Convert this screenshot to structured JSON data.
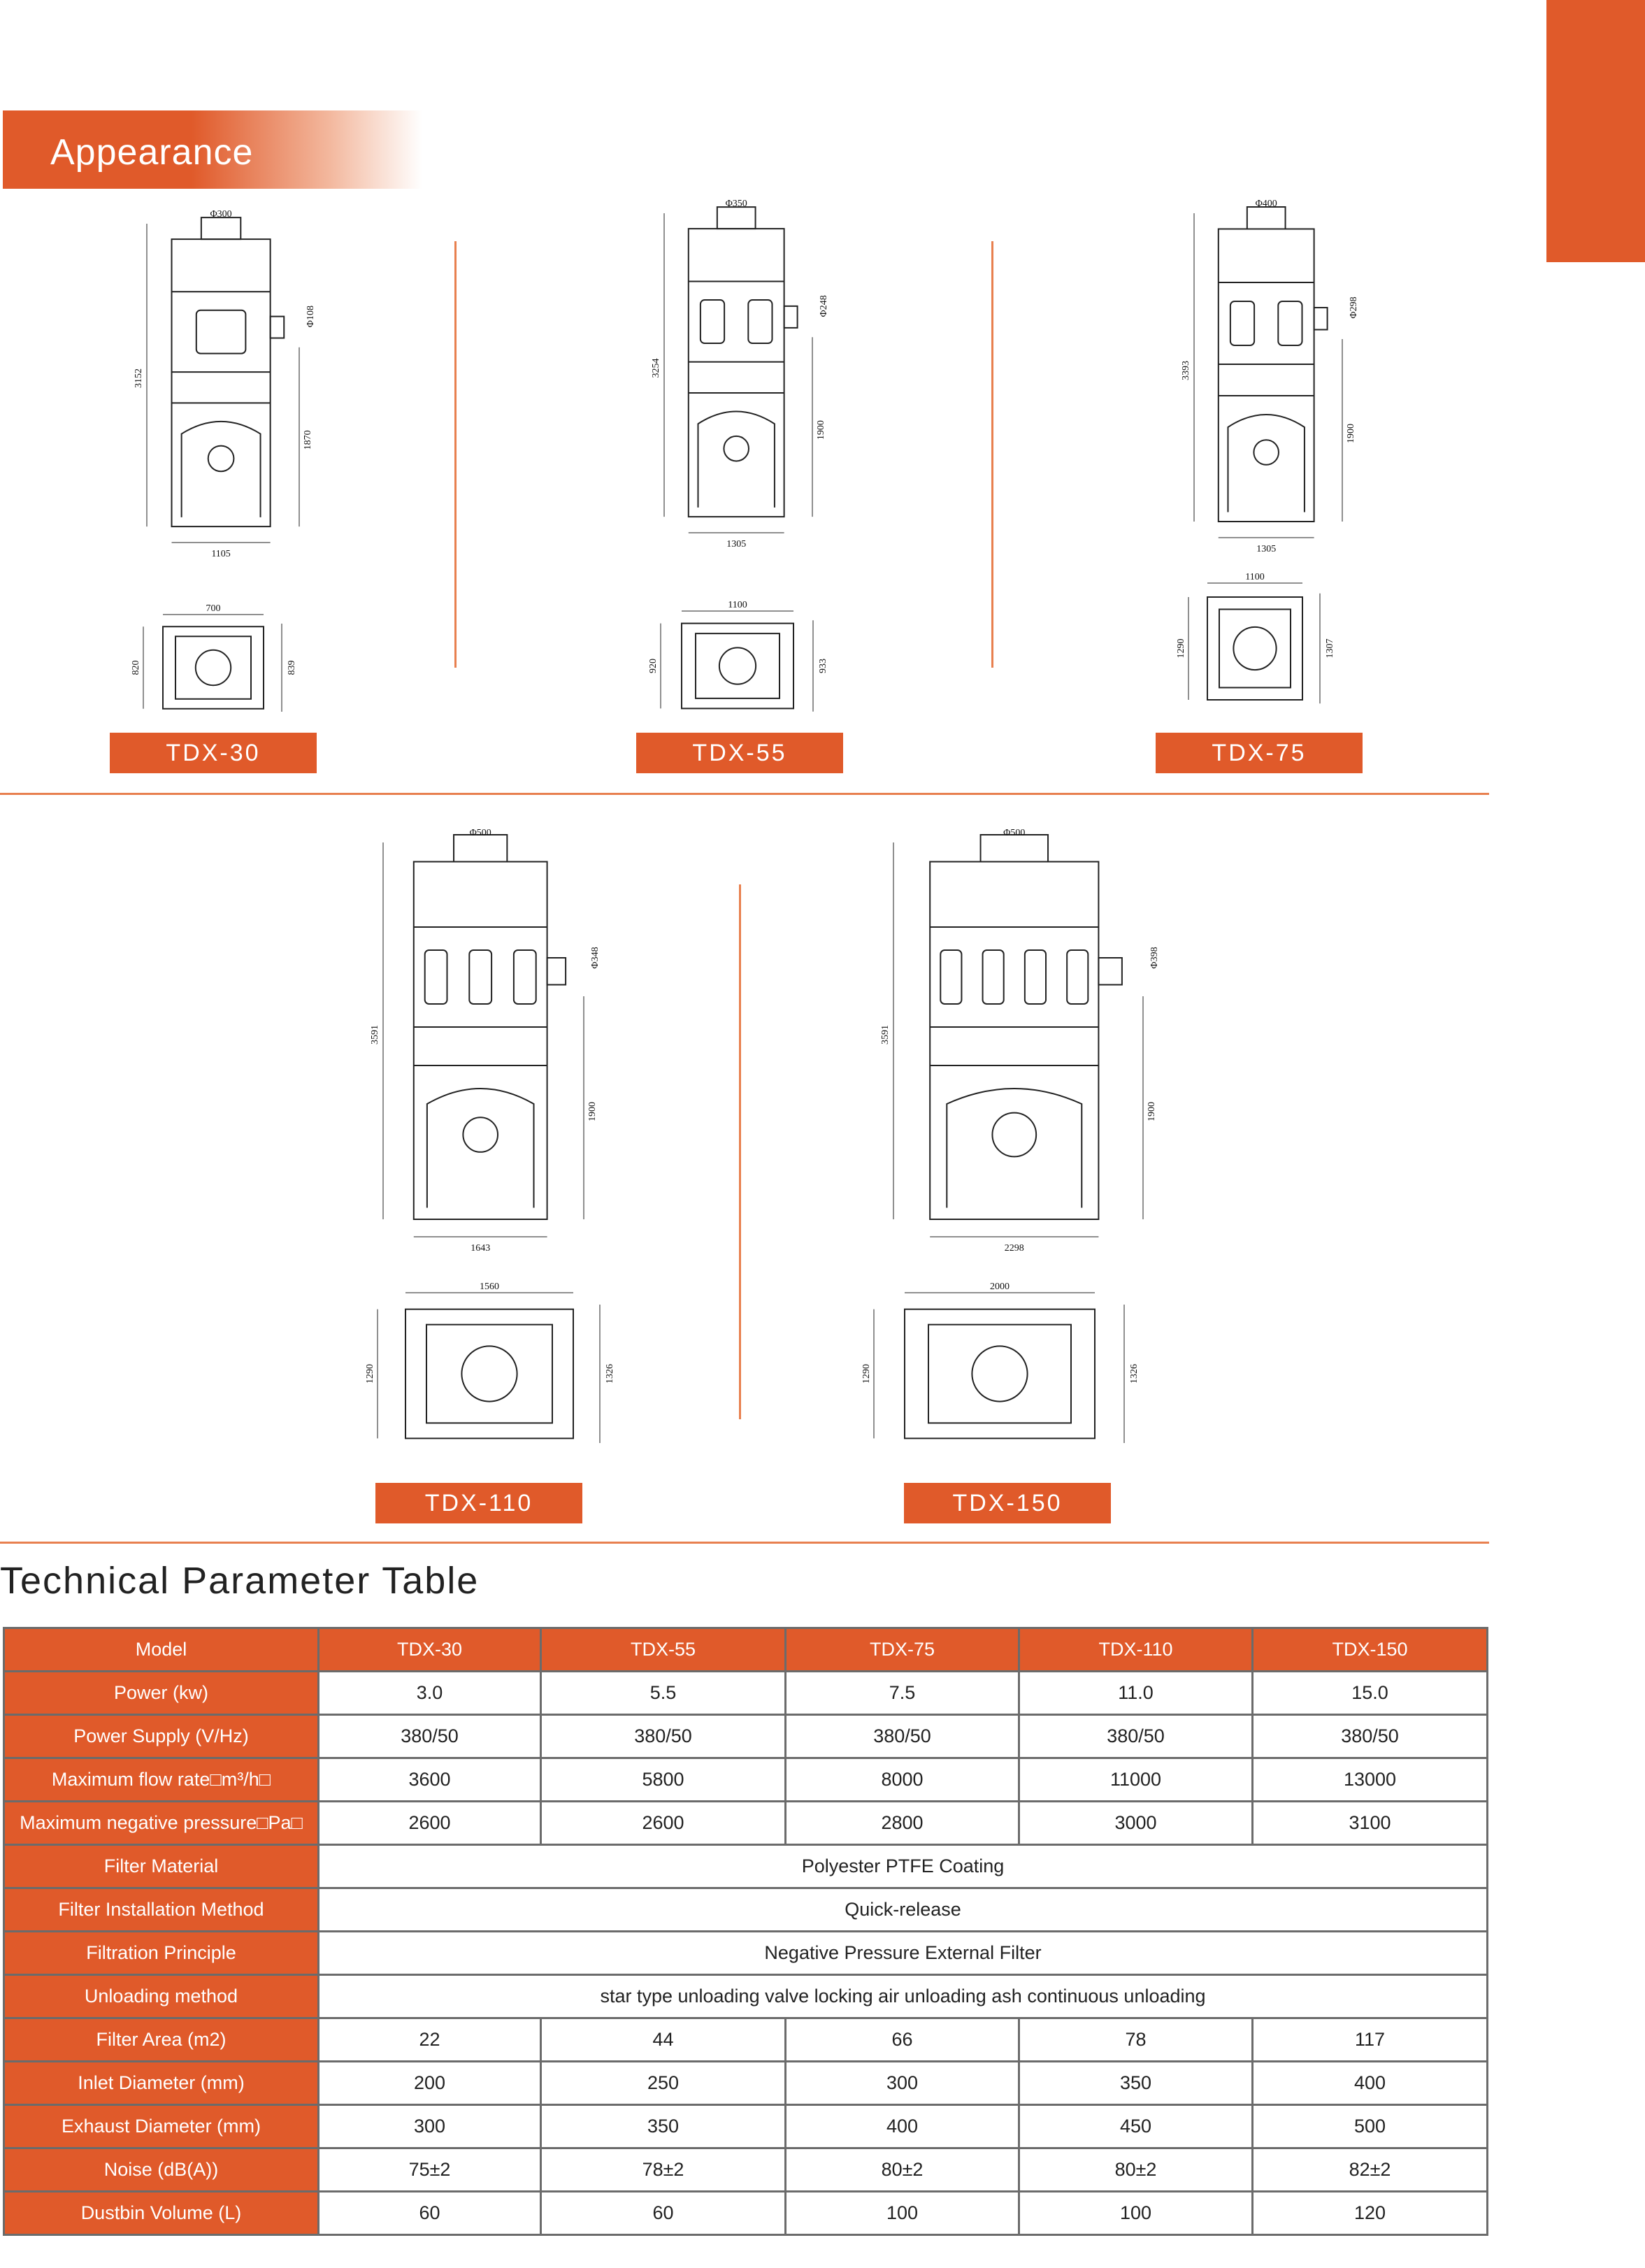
{
  "page": {
    "section_appearance": "Appearance",
    "section_table": "Technical Parameter Table"
  },
  "models": [
    {
      "id": "TDX-30",
      "label": "TDX-30",
      "dims": {
        "top": "Φ300",
        "height": "3152",
        "side": "Φ108",
        "lower": "1870",
        "width": "1105",
        "plan_w": "700",
        "plan_l": "820",
        "plan_r": "839"
      }
    },
    {
      "id": "TDX-55",
      "label": "TDX-55",
      "dims": {
        "top": "Φ350",
        "height": "3254",
        "side": "Φ248",
        "lower": "1900",
        "width": "1305",
        "plan_w": "1100",
        "plan_l": "920",
        "plan_r": "933"
      }
    },
    {
      "id": "TDX-75",
      "label": "TDX-75",
      "dims": {
        "top": "Φ400",
        "height": "3393",
        "side": "Φ298",
        "lower": "1900",
        "width": "1305",
        "plan_w": "1100",
        "plan_l": "1290",
        "plan_r": "1307"
      }
    },
    {
      "id": "TDX-110",
      "label": "TDX-110",
      "dims": {
        "top": "Φ500",
        "height": "3591",
        "side": "Φ348",
        "lower": "1900",
        "width": "1643",
        "plan_w": "1560",
        "plan_l": "1290",
        "plan_r": "1326"
      }
    },
    {
      "id": "TDX-150",
      "label": "TDX-150",
      "dims": {
        "top": "Φ500",
        "height": "3591",
        "side": "Φ398",
        "lower": "1900",
        "width": "2298",
        "plan_w": "2000",
        "plan_l": "1290",
        "plan_r": "1326"
      }
    }
  ],
  "table": {
    "header": [
      "Model",
      "TDX-30",
      "TDX-55",
      "TDX-75",
      "TDX-110",
      "TDX-150"
    ],
    "rows": [
      {
        "label": "Power  (kw)",
        "values": [
          "3.0",
          "5.5",
          "7.5",
          "11.0",
          "15.0"
        ]
      },
      {
        "label": "Power Supply  (V/Hz)",
        "values": [
          "380/50",
          "380/50",
          "380/50",
          "380/50",
          "380/50"
        ]
      },
      {
        "label": "Maximum flow rate□m³/h□",
        "values": [
          "3600",
          "5800",
          "8000",
          "11000",
          "13000"
        ]
      },
      {
        "label": "Maximum negative pressure□Pa□",
        "values": [
          "2600",
          "2600",
          "2800",
          "3000",
          "3100"
        ]
      },
      {
        "label": "Filter Material",
        "span": "Polyester PTFE Coating"
      },
      {
        "label": "Filter Installation Method",
        "span": "Quick-release"
      },
      {
        "label": "Filtration Principle",
        "span": "Negative Pressure External Filter"
      },
      {
        "label": "Unloading method",
        "span": "star type unloading valve locking air unloading ash continuous unloading"
      },
      {
        "label": "Filter Area  (m2)",
        "values": [
          "22",
          "44",
          "66",
          "78",
          "117"
        ]
      },
      {
        "label": "Inlet Diameter  (mm)",
        "values": [
          "200",
          "250",
          "300",
          "350",
          "400"
        ]
      },
      {
        "label": "Exhaust Diameter   (mm)",
        "values": [
          "300",
          "350",
          "400",
          "450",
          "500"
        ]
      },
      {
        "label": "Noise (dB(A))",
        "values": [
          "75±2",
          "78±2",
          "80±2",
          "80±2",
          "82±2"
        ]
      },
      {
        "label": "Dustbin Volume  (L)",
        "values": [
          "60",
          "60",
          "100",
          "100",
          "120"
        ]
      }
    ]
  }
}
